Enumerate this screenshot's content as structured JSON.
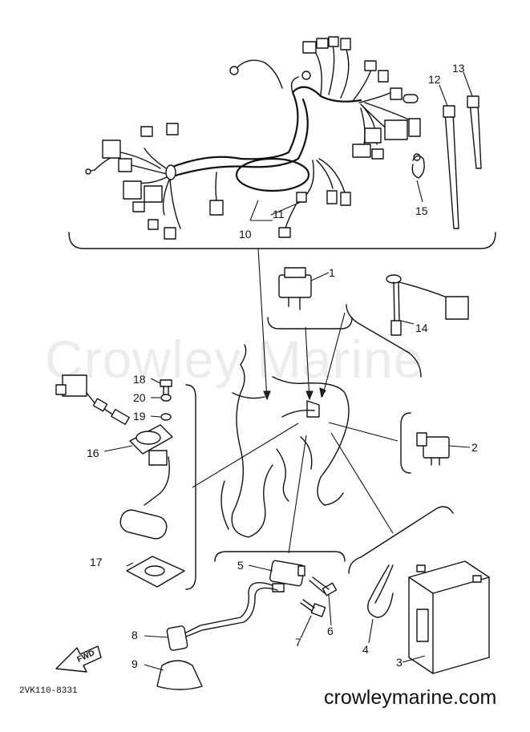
{
  "diagram": {
    "watermark": "Crowley Marine",
    "site_url": "crowleymarine.com",
    "code": "2VK110-8331",
    "direction_badge": "FWD",
    "callouts": [
      {
        "id": "c1",
        "text": "1"
      },
      {
        "id": "c2",
        "text": "2"
      },
      {
        "id": "c3",
        "text": "3"
      },
      {
        "id": "c4",
        "text": "4"
      },
      {
        "id": "c5",
        "text": "5"
      },
      {
        "id": "c6",
        "text": "6"
      },
      {
        "id": "c7",
        "text": "7"
      },
      {
        "id": "c8",
        "text": "8"
      },
      {
        "id": "c9",
        "text": "9"
      },
      {
        "id": "c10",
        "text": "10"
      },
      {
        "id": "c11",
        "text": "11"
      },
      {
        "id": "c12",
        "text": "12"
      },
      {
        "id": "c13",
        "text": "13"
      },
      {
        "id": "c14",
        "text": "14"
      },
      {
        "id": "c15",
        "text": "15"
      },
      {
        "id": "c16",
        "text": "16"
      },
      {
        "id": "c17",
        "text": "17"
      },
      {
        "id": "c18",
        "text": "18"
      },
      {
        "id": "c19",
        "text": "19"
      },
      {
        "id": "c20",
        "text": "20"
      }
    ]
  }
}
